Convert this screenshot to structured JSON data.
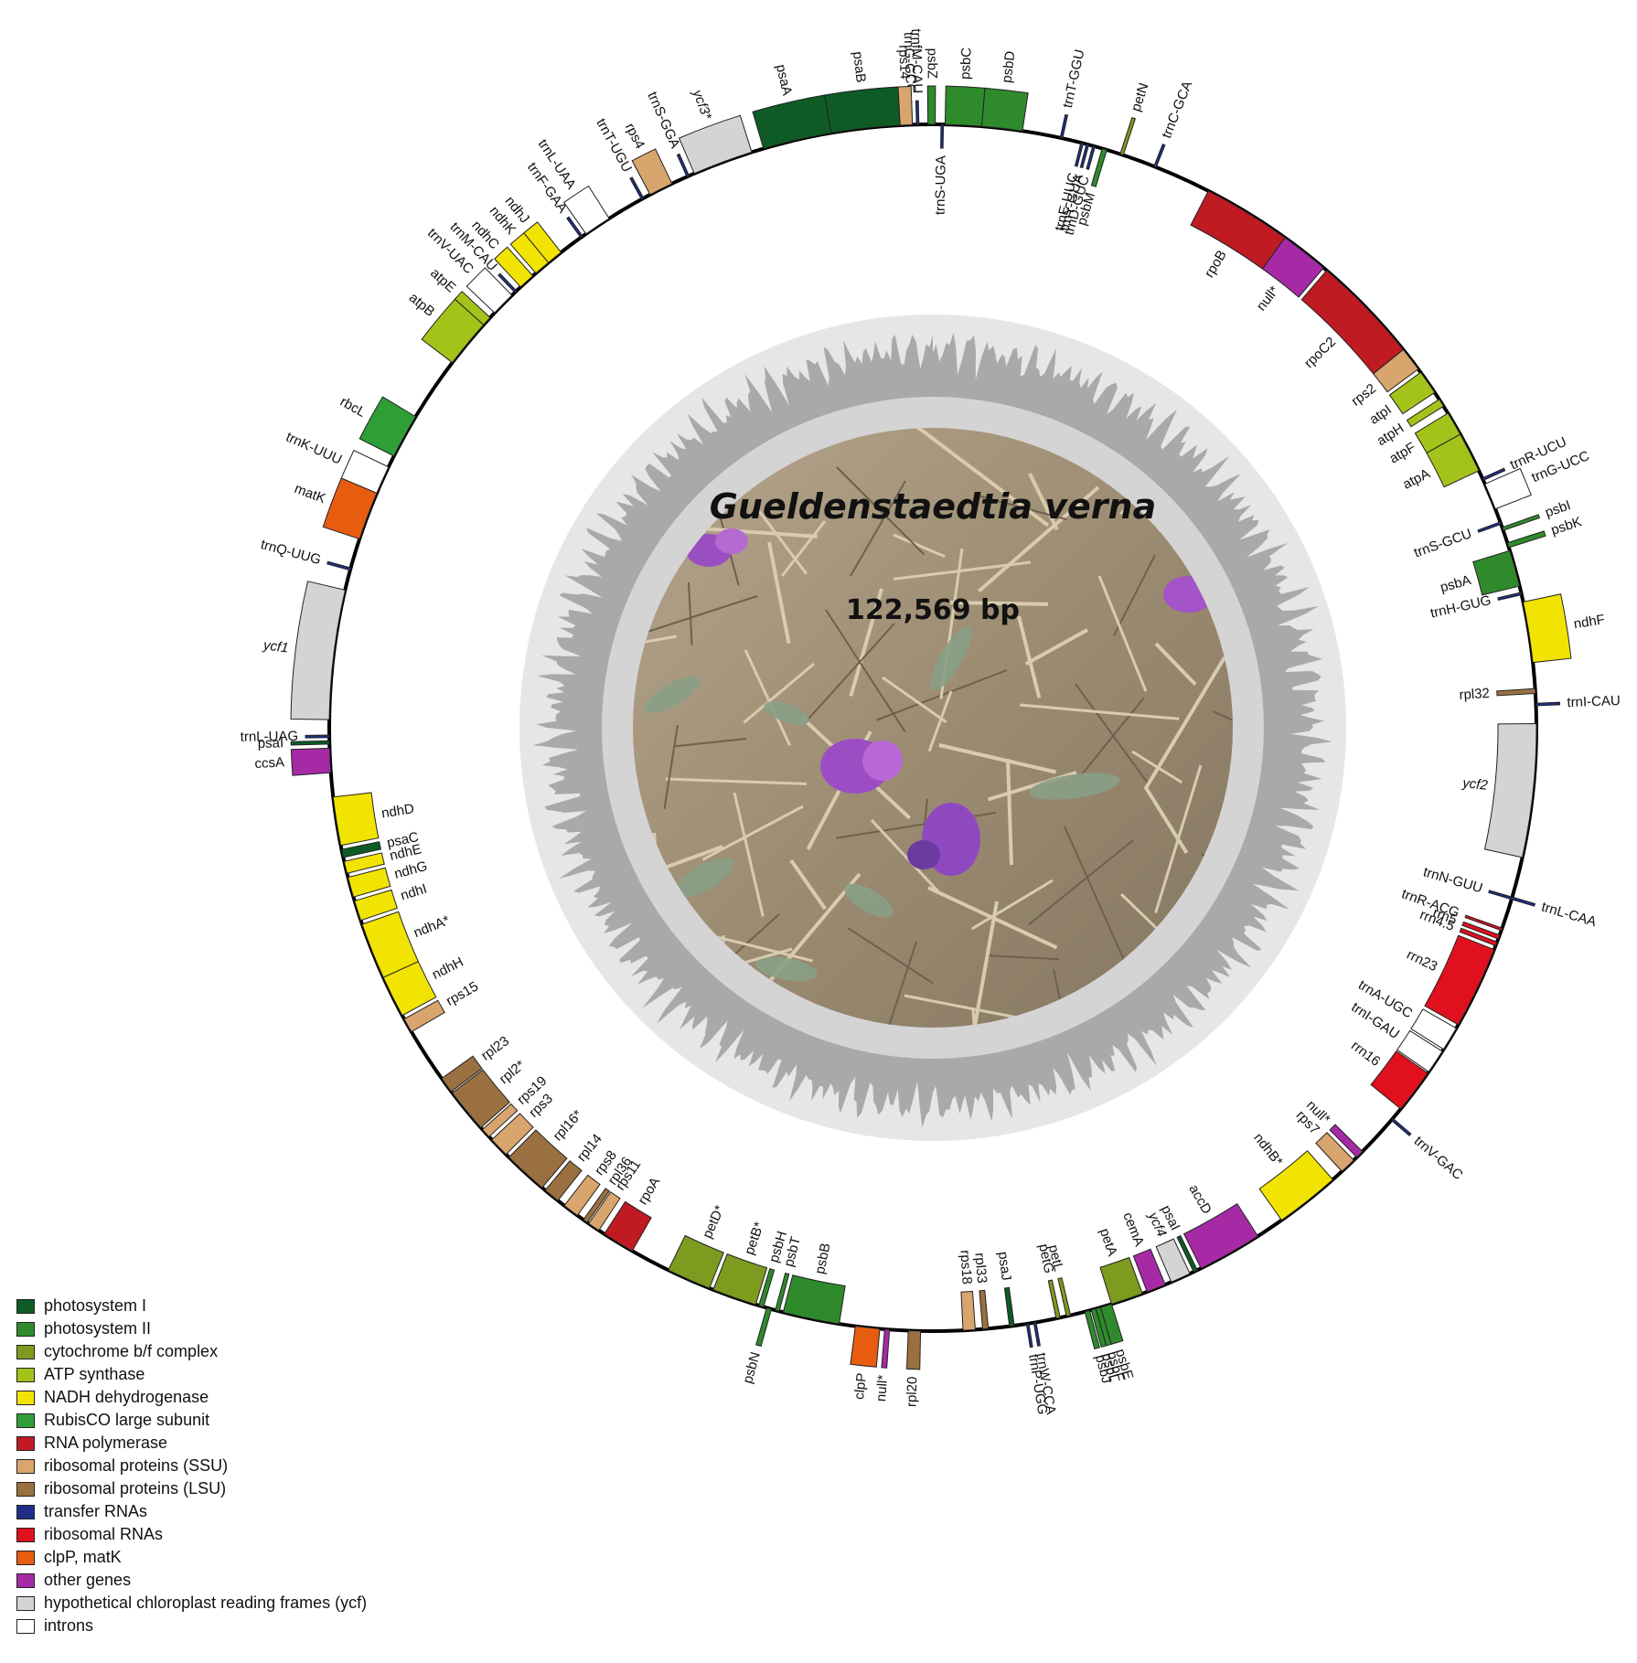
{
  "title": "Gueldenstaedtia verna",
  "genome_size": "122,569 bp",
  "genome_length": 122569,
  "colors": {
    "PSI": "#0e5b26",
    "PSII": "#2f8a2c",
    "CYT": "#7d9b1f",
    "ATP": "#a4c31a",
    "NDH": "#f2e402",
    "RBC": "#2f9e37",
    "RPO": "#c01a22",
    "RPS": "#d9a56e",
    "RPL": "#9a7040",
    "TRN": "#1f2e86",
    "RRN": "#e0101e",
    "CLP": "#e85c10",
    "OTH": "#a62aa6",
    "YCF": "#d4d4d4",
    "INT": "#ffffff"
  },
  "legend": [
    {
      "label": "photosystem I",
      "cat": "PSI"
    },
    {
      "label": "photosystem II",
      "cat": "PSII"
    },
    {
      "label": "cytochrome b/f complex",
      "cat": "CYT"
    },
    {
      "label": "ATP synthase",
      "cat": "ATP"
    },
    {
      "label": "NADH dehydrogenase",
      "cat": "NDH"
    },
    {
      "label": "RubisCO large subunit",
      "cat": "RBC"
    },
    {
      "label": "RNA polymerase",
      "cat": "RPO"
    },
    {
      "label": "ribosomal proteins (SSU)",
      "cat": "RPS"
    },
    {
      "label": "ribosomal proteins (LSU)",
      "cat": "RPL"
    },
    {
      "label": "transfer RNAs",
      "cat": "TRN"
    },
    {
      "label": "ribosomal RNAs",
      "cat": "RRN"
    },
    {
      "label": "clpP, matK",
      "cat": "CLP"
    },
    {
      "label": "other genes",
      "cat": "OTH"
    },
    {
      "label": "hypothetical chloroplast reading frames (ycf)",
      "cat": "YCF"
    },
    {
      "label": "introns",
      "cat": "INT"
    }
  ],
  "genes": [
    {
      "name": "trnG-GCC",
      "start": -2.8,
      "end": -2.5,
      "cat": "TRN",
      "side": "out"
    },
    {
      "name": "psbZ",
      "start": -0.6,
      "end": 0.3,
      "cat": "PSII",
      "side": "out"
    },
    {
      "name": "psbC",
      "start": 1.5,
      "end": 6.0,
      "cat": "PSII",
      "side": "out"
    },
    {
      "name": "psbD",
      "start": 6.0,
      "end": 11.0,
      "cat": "PSII",
      "side": "out"
    },
    {
      "name": "trnT-GGU",
      "start": 15.7,
      "end": 16.0,
      "cat": "TRN",
      "side": "out"
    },
    {
      "name": "petN",
      "start": 23.3,
      "end": 23.7,
      "cat": "CYT",
      "side": "out"
    },
    {
      "name": "trnC-GCA",
      "start": 27.7,
      "end": 28.0,
      "cat": "TRN",
      "side": "out"
    },
    {
      "name": "trnS-UGA",
      "start": 1.0,
      "end": 1.3,
      "cat": "TRN",
      "side": "in"
    },
    {
      "name": "trnE-UUC",
      "start": 18.3,
      "end": 18.6,
      "cat": "TRN",
      "side": "in"
    },
    {
      "name": "trnY-GUA",
      "start": 19.0,
      "end": 19.3,
      "cat": "TRN",
      "side": "in"
    },
    {
      "name": "trnD-GUC",
      "start": 19.8,
      "end": 20.1,
      "cat": "TRN",
      "side": "in"
    },
    {
      "name": "psbM",
      "start": 21.0,
      "end": 21.6,
      "cat": "PSII",
      "side": "in"
    },
    {
      "name": "rpoB",
      "start": 35.0,
      "end": 46.0,
      "cat": "RPO",
      "side": "in"
    },
    {
      "name": "null*",
      "start": 46.0,
      "end": 52.0,
      "cat": "OTH",
      "side": "in"
    },
    {
      "name": "rpoC2",
      "start": 52.5,
      "end": 66.0,
      "cat": "RPO",
      "side": "in"
    },
    {
      "name": "rps2",
      "start": 66.0,
      "end": 69.0,
      "cat": "RPS",
      "side": "in"
    },
    {
      "name": "atpI",
      "start": 69.5,
      "end": 72.5,
      "cat": "ATP",
      "side": "in"
    },
    {
      "name": "atpH",
      "start": 73.5,
      "end": 74.5,
      "cat": "ATP",
      "side": "in"
    },
    {
      "name": "atpF",
      "start": 75.5,
      "end": 78.5,
      "cat": "ATP",
      "side": "in"
    },
    {
      "name": "atpA",
      "start": 78.5,
      "end": 83.5,
      "cat": "ATP",
      "side": "in"
    },
    {
      "name": "trnR-UCU",
      "start": 84.5,
      "end": 84.8,
      "cat": "TRN",
      "side": "out"
    },
    {
      "name": "trnG-UCC",
      "start": 85.3,
      "end": 88.6,
      "cat": "INT",
      "side": "out"
    },
    {
      "name": "trnS-GCU",
      "start": 90.3,
      "end": 90.6,
      "cat": "TRN",
      "side": "in"
    },
    {
      "name": "psbI",
      "start": 91.0,
      "end": 91.4,
      "cat": "PSII",
      "side": "out"
    },
    {
      "name": "psbK",
      "start": 93.0,
      "end": 93.6,
      "cat": "PSII",
      "side": "out"
    },
    {
      "name": "psbA",
      "start": 94.0,
      "end": 98.5,
      "cat": "PSII",
      "side": "in"
    },
    {
      "name": "trnH-GUG",
      "start": 99.3,
      "end": 99.6,
      "cat": "TRN",
      "side": "in"
    },
    {
      "name": "ndhF",
      "start": 100.5,
      "end": 108.0,
      "cat": "NDH",
      "side": "out"
    },
    {
      "name": "rpl32",
      "start": 111.2,
      "end": 111.8,
      "cat": "RPL",
      "side": "in"
    },
    {
      "name": "trnI-CAU",
      "start": 113.0,
      "end": 113.3,
      "cat": "TRN",
      "side": "out"
    },
    {
      "name": "ycf2",
      "start": 115.5,
      "end": 132.0,
      "cat": "YCF",
      "side": "in"
    },
    {
      "name": "trnN-GUU",
      "start": 137.0,
      "end": 137.3,
      "cat": "TRN",
      "side": "in"
    },
    {
      "name": "trnL-CAA",
      "start": 137.0,
      "end": 137.3,
      "cat": "TRN",
      "side": "out"
    },
    {
      "name": "trnR-ACG",
      "start": 141.0,
      "end": 141.3,
      "cat": "RRN",
      "side": "in"
    },
    {
      "name": "rrn5",
      "start": 141.9,
      "end": 142.4,
      "cat": "RRN",
      "side": "in"
    },
    {
      "name": "rrn4.5",
      "start": 142.8,
      "end": 143.3,
      "cat": "RRN",
      "side": "in"
    },
    {
      "name": "rrn23",
      "start": 143.8,
      "end": 154.0,
      "cat": "RRN",
      "side": "in"
    },
    {
      "name": "trnA-UGC",
      "start": 154.5,
      "end": 157.5,
      "cat": "INT",
      "side": "in"
    },
    {
      "name": "trnI-GAU",
      "start": 157.8,
      "end": 160.8,
      "cat": "INT",
      "side": "in"
    },
    {
      "name": "rrn16",
      "start": 161.0,
      "end": 166.5,
      "cat": "RRN",
      "side": "in"
    },
    {
      "name": "trnV-GAC",
      "start": 168.0,
      "end": 168.3,
      "cat": "TRN",
      "side": "out"
    },
    {
      "name": "null*",
      "start": 173.5,
      "end": 174.5,
      "cat": "OTH",
      "side": "in"
    },
    {
      "name": "rps7",
      "start": 175.0,
      "end": 177.0,
      "cat": "RPS",
      "side": "in"
    },
    {
      "name": "ndhB*",
      "start": 178.5,
      "end": 186.5,
      "cat": "NDH",
      "side": "in"
    },
    {
      "name": "accD",
      "start": 190.0,
      "end": 198.0,
      "cat": "OTH",
      "side": "in"
    },
    {
      "name": "psaI",
      "start": 198.5,
      "end": 199.0,
      "cat": "PSI",
      "side": "in"
    },
    {
      "name": "ycf4",
      "start": 199.5,
      "end": 202.0,
      "cat": "YCF",
      "side": "in"
    },
    {
      "name": "cemA",
      "start": 202.8,
      "end": 205.2,
      "cat": "OTH",
      "side": "in"
    },
    {
      "name": "petA",
      "start": 205.8,
      "end": 209.8,
      "cat": "CYT",
      "side": "in"
    },
    {
      "name": "psbE",
      "start": 209.8,
      "end": 211.2,
      "cat": "PSII",
      "side": "out"
    },
    {
      "name": "psbF",
      "start": 211.2,
      "end": 211.8,
      "cat": "PSII",
      "side": "out"
    },
    {
      "name": "psbL",
      "start": 211.8,
      "end": 212.4,
      "cat": "PSII",
      "side": "out"
    },
    {
      "name": "psbJ",
      "start": 212.6,
      "end": 213.2,
      "cat": "PSII",
      "side": "out"
    },
    {
      "name": "petL",
      "start": 215.0,
      "end": 215.5,
      "cat": "CYT",
      "side": "in"
    },
    {
      "name": "petG",
      "start": 216.3,
      "end": 216.8,
      "cat": "CYT",
      "side": "in"
    },
    {
      "name": "trnW-CCA",
      "start": 219.3,
      "end": 219.6,
      "cat": "TRN",
      "side": "out"
    },
    {
      "name": "trnP-UGG",
      "start": 220.2,
      "end": 220.5,
      "cat": "TRN",
      "side": "out"
    },
    {
      "name": "psaJ",
      "start": 222.0,
      "end": 222.6,
      "cat": "PSI",
      "side": "in"
    },
    {
      "name": "rpl33",
      "start": 225.2,
      "end": 225.9,
      "cat": "RPL",
      "side": "in"
    },
    {
      "name": "rps18",
      "start": 226.8,
      "end": 228.3,
      "cat": "RPS",
      "side": "in"
    },
    {
      "name": "rpl20",
      "start": 233.5,
      "end": 235.0,
      "cat": "RPL",
      "side": "out"
    },
    {
      "name": "null*",
      "start": 237.3,
      "end": 237.9,
      "cat": "OTH",
      "side": "out"
    },
    {
      "name": "clpP",
      "start": 238.5,
      "end": 241.5,
      "cat": "CLP",
      "side": "out"
    },
    {
      "name": "psbB",
      "start": 243.5,
      "end": 250.5,
      "cat": "PSII",
      "side": "in"
    },
    {
      "name": "psbT",
      "start": 251.0,
      "end": 251.5,
      "cat": "PSII",
      "side": "in"
    },
    {
      "name": "psbN",
      "start": 252.0,
      "end": 252.6,
      "cat": "PSII",
      "side": "out"
    },
    {
      "name": "psbH",
      "start": 253.0,
      "end": 253.6,
      "cat": "PSII",
      "side": "in"
    },
    {
      "name": "petB*",
      "start": 254.0,
      "end": 259.5,
      "cat": "CYT",
      "side": "in"
    },
    {
      "name": "petD*",
      "start": 260.0,
      "end": 265.5,
      "cat": "CYT",
      "side": "in"
    },
    {
      "name": "rpoA",
      "start": 270.5,
      "end": 274.5,
      "cat": "RPO",
      "side": "in"
    },
    {
      "name": "rps11",
      "start": 275.3,
      "end": 276.8,
      "cat": "RPS",
      "side": "in"
    },
    {
      "name": "rpl36",
      "start": 277.0,
      "end": 277.6,
      "cat": "RPL",
      "side": "in"
    },
    {
      "name": "rps8",
      "start": 278.5,
      "end": 280.5,
      "cat": "RPS",
      "side": "in"
    },
    {
      "name": "rpl14",
      "start": 281.5,
      "end": 283.5,
      "cat": "RPL",
      "side": "in"
    },
    {
      "name": "rpl16*",
      "start": 284.0,
      "end": 289.5,
      "cat": "RPL",
      "side": "in"
    },
    {
      "name": "rps3",
      "start": 290.0,
      "end": 292.5,
      "cat": "RPS",
      "side": "in"
    },
    {
      "name": "rps19",
      "start": 293.0,
      "end": 294.2,
      "cat": "RPS",
      "side": "in"
    },
    {
      "name": "rpl2*",
      "start": 294.5,
      "end": 300.0,
      "cat": "RPL",
      "side": "in"
    },
    {
      "name": "rpl23",
      "start": 300.2,
      "end": 302.2,
      "cat": "RPL",
      "side": "in"
    },
    {
      "name": "rps15",
      "start": 309.0,
      "end": 310.8,
      "cat": "RPS",
      "side": "in"
    },
    {
      "name": "ndhH",
      "start": 311.3,
      "end": 316.5,
      "cat": "NDH",
      "side": "in"
    },
    {
      "name": "ndhA*",
      "start": 316.5,
      "end": 323.5,
      "cat": "NDH",
      "side": "in"
    },
    {
      "name": "ndhI",
      "start": 324.0,
      "end": 326.5,
      "cat": "NDH",
      "side": "in"
    },
    {
      "name": "ndhG",
      "start": 327.0,
      "end": 329.5,
      "cat": "NDH",
      "side": "in"
    },
    {
      "name": "ndhE",
      "start": 330.0,
      "end": 331.5,
      "cat": "NDH",
      "side": "in"
    },
    {
      "name": "psaC",
      "start": 332.0,
      "end": 333.0,
      "cat": "PSI",
      "side": "in"
    },
    {
      "name": "ndhD",
      "start": 333.5,
      "end": 339.5,
      "cat": "NDH",
      "side": "in"
    },
    {
      "name": "ccsA",
      "start": 342.5,
      "end": 345.5,
      "cat": "OTH",
      "side": "out"
    },
    {
      "name": "psaI",
      "start": 346.0,
      "end": 346.4,
      "cat": "PSI",
      "side": "out"
    },
    {
      "name": "trnL-UAG",
      "start": 346.8,
      "end": 347.1,
      "cat": "TRN",
      "side": "out"
    },
    {
      "name": "ycf1",
      "start": 349.0,
      "end": 365.0,
      "cat": "YCF",
      "side": "out"
    },
    {
      "name": "trnQ-UUG",
      "start": 367.5,
      "end": 367.8,
      "cat": "TRN",
      "side": "out"
    },
    {
      "name": "matK",
      "start": 371.5,
      "end": 377.5,
      "cat": "CLP",
      "side": "out"
    },
    {
      "name": "trnK-UUU",
      "start": 377.5,
      "end": 381.0,
      "cat": "INT",
      "side": "out"
    },
    {
      "name": "rbcL",
      "start": 382.5,
      "end": 388.0,
      "cat": "RBC",
      "side": "out"
    },
    {
      "name": "atpB",
      "start": 396.0,
      "end": 402.0,
      "cat": "ATP",
      "side": "out"
    },
    {
      "name": "atpE",
      "start": 402.0,
      "end": 403.2,
      "cat": "ATP",
      "side": "out"
    },
    {
      "name": "trnV-UAC",
      "start": 404.0,
      "end": 407.0,
      "cat": "INT",
      "side": "out"
    },
    {
      "name": "trnM-CAU",
      "start": 407.5,
      "end": 407.8,
      "cat": "TRN",
      "side": "out"
    },
    {
      "name": "ndhC",
      "start": 408.5,
      "end": 410.5,
      "cat": "NDH",
      "side": "out"
    },
    {
      "name": "ndhK",
      "start": 411.0,
      "end": 413.0,
      "cat": "NDH",
      "side": "out"
    },
    {
      "name": "ndhJ",
      "start": 413.0,
      "end": 415.0,
      "cat": "NDH",
      "side": "out"
    },
    {
      "name": "trnF-GAA",
      "start": 418.0,
      "end": 418.3,
      "cat": "TRN",
      "side": "out"
    },
    {
      "name": "trnL-UAA",
      "start": 418.8,
      "end": 422.2,
      "cat": "INT",
      "side": "out"
    },
    {
      "name": "trnT-UGU",
      "start": 426.8,
      "end": 427.1,
      "cat": "TRN",
      "side": "out"
    },
    {
      "name": "rps4",
      "start": 428.0,
      "end": 431.0,
      "cat": "RPS",
      "side": "out"
    },
    {
      "name": "trnS-GGA",
      "start": 433.0,
      "end": 433.3,
      "cat": "TRN",
      "side": "out"
    },
    {
      "name": "ycf3*",
      "start": 434.0,
      "end": 441.5,
      "cat": "YCF",
      "side": "out"
    },
    {
      "name": "psaA",
      "start": 443.0,
      "end": 451.5,
      "cat": "PSI",
      "side": "out"
    },
    {
      "name": "psaB",
      "start": 451.5,
      "end": 460.0,
      "cat": "PSI",
      "side": "out"
    },
    {
      "name": "rps14",
      "start": 460.0,
      "end": 461.5,
      "cat": "RPS",
      "side": "out"
    },
    {
      "name": "trnfM-CAU",
      "start": 462.0,
      "end": 462.3,
      "cat": "TRN",
      "side": "out"
    }
  ]
}
